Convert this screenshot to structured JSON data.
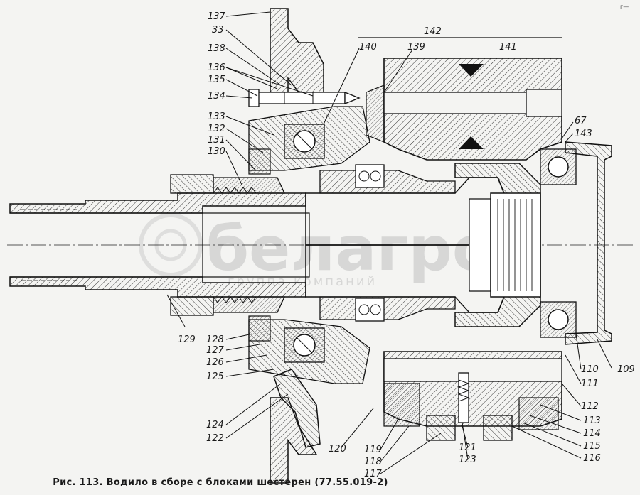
{
  "figure": {
    "caption": "Рис. 113. Водило в сборе с блоками шестерен (77.55.019-2)",
    "corner_mark": "г—"
  },
  "watermark": {
    "brand": "белагро",
    "subtitle": "группа компаний"
  },
  "callouts": [
    {
      "id": "137",
      "text": "137"
    },
    {
      "id": "33",
      "text": "33"
    },
    {
      "id": "138",
      "text": "138"
    },
    {
      "id": "136",
      "text": "136"
    },
    {
      "id": "135",
      "text": "135"
    },
    {
      "id": "134",
      "text": "134"
    },
    {
      "id": "133",
      "text": "133"
    },
    {
      "id": "132",
      "text": "132"
    },
    {
      "id": "131",
      "text": "131"
    },
    {
      "id": "130",
      "text": "130"
    },
    {
      "id": "140",
      "text": "140"
    },
    {
      "id": "139",
      "text": "139"
    },
    {
      "id": "142",
      "text": "142"
    },
    {
      "id": "141",
      "text": "141"
    },
    {
      "id": "67",
      "text": "67"
    },
    {
      "id": "143",
      "text": "143"
    },
    {
      "id": "129",
      "text": "129"
    },
    {
      "id": "128",
      "text": "128"
    },
    {
      "id": "127",
      "text": "127"
    },
    {
      "id": "126",
      "text": "126"
    },
    {
      "id": "125",
      "text": "125"
    },
    {
      "id": "124",
      "text": "124"
    },
    {
      "id": "122",
      "text": "122"
    },
    {
      "id": "120",
      "text": "120"
    },
    {
      "id": "119",
      "text": "119"
    },
    {
      "id": "118",
      "text": "118"
    },
    {
      "id": "117",
      "text": "117"
    },
    {
      "id": "121",
      "text": "121"
    },
    {
      "id": "123",
      "text": "123"
    },
    {
      "id": "110",
      "text": "110"
    },
    {
      "id": "109",
      "text": "109"
    },
    {
      "id": "111",
      "text": "111"
    },
    {
      "id": "112",
      "text": "112"
    },
    {
      "id": "113",
      "text": "113"
    },
    {
      "id": "114",
      "text": "114"
    },
    {
      "id": "115",
      "text": "115"
    },
    {
      "id": "116",
      "text": "116"
    }
  ]
}
